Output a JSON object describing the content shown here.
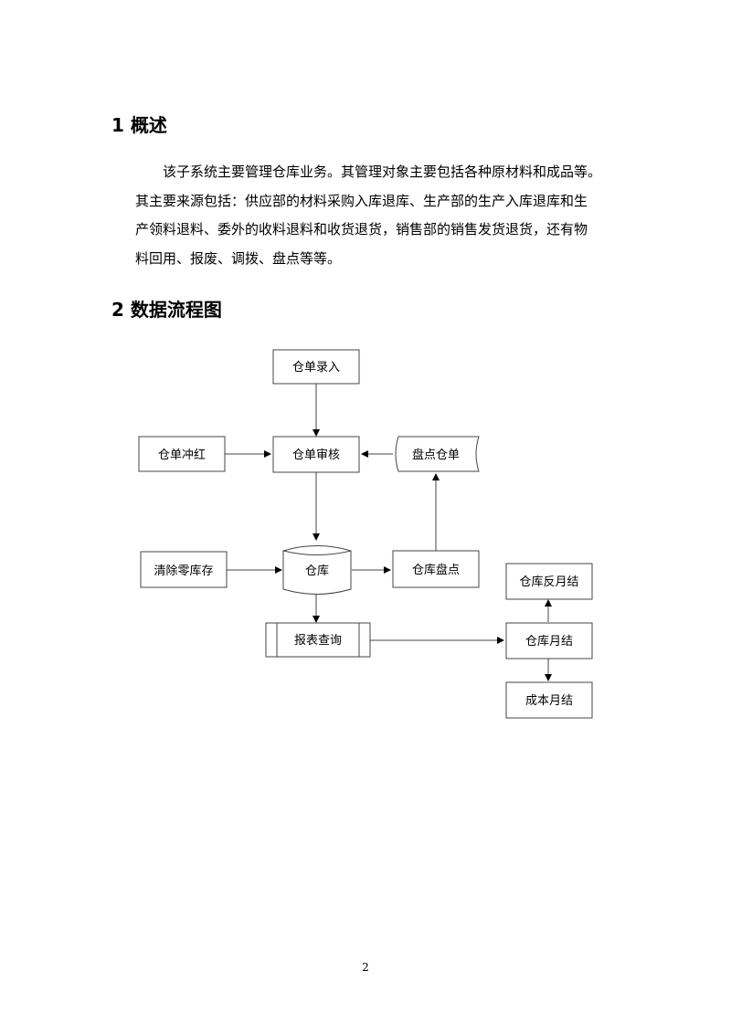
{
  "sections": {
    "overview": {
      "heading": "1 概述",
      "lines": [
        "该子系统主要管理仓库业务。其管理对象主要包括各种原材料和成品等。",
        "其主要来源包括：供应部的材料采购入库退库、生产部的生产入库退库和生",
        "产领料退料、委外的收料退料和收货退货，销售部的销售发货退货，还有物",
        "料回用、报废、调拨、盘点等等。"
      ]
    },
    "dfd": {
      "heading": "2 数据流程图"
    }
  },
  "diagram": {
    "nodes": {
      "entry": "仓单录入",
      "redflush": "仓单冲红",
      "audit": "仓单审核",
      "stocktake_doc": "盘点仓单",
      "clear_zero": "清除零库存",
      "warehouse": "仓库",
      "stocktake": "仓库盘点",
      "reverse_close": "仓库反月结",
      "report": "报表查询",
      "month_close": "仓库月结",
      "cost_close": "成本月结"
    }
  },
  "page_number": "2"
}
